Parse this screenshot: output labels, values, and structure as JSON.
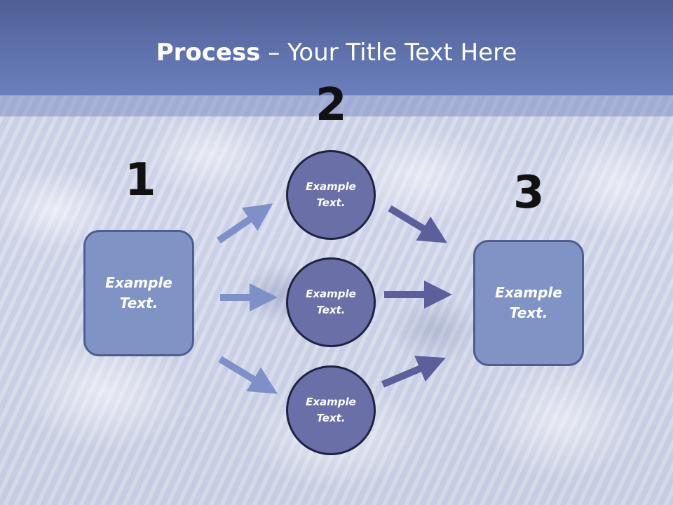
{
  "title": {
    "bold": "Process",
    "rest": " – Your Title Text Here"
  },
  "steps": {
    "one": "1",
    "two": "2",
    "three": "3"
  },
  "left_box": {
    "text": "Example\nText."
  },
  "right_box": {
    "text": "Example\nText."
  },
  "circles": [
    {
      "text": "Example\nText."
    },
    {
      "text": "Example\nText."
    },
    {
      "text": "Example\nText."
    }
  ],
  "colors": {
    "header": "#5d70aa",
    "box_fill": "#7f93c5",
    "circle_fill": "#6a6fa8",
    "arrow_light": "#7f90c8",
    "arrow_dark": "#5c5f9c"
  }
}
